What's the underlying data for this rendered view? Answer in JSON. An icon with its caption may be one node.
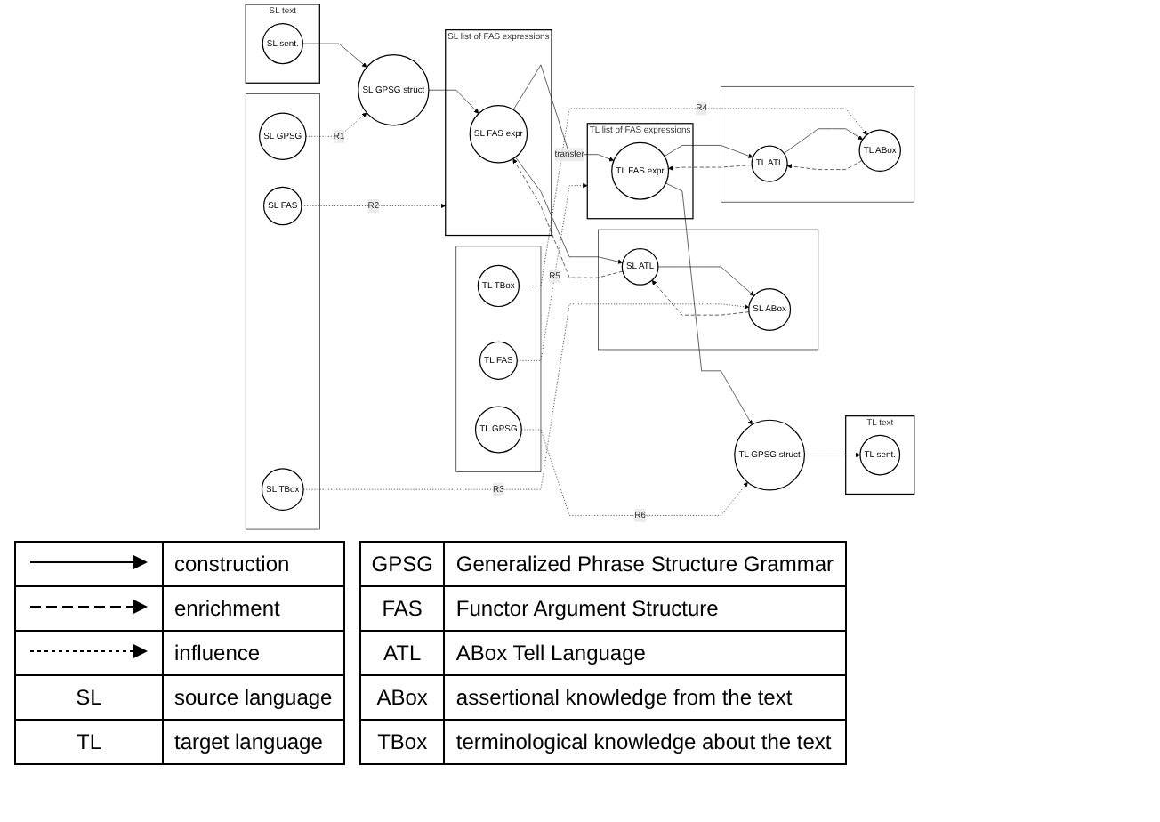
{
  "diagram": {
    "nodes": [
      {
        "text": [
          "SL text"
        ]
      },
      {
        "text": [
          "SL sent."
        ],
        "in": 0
      },
      {
        "text": [
          "TL text"
        ]
      },
      {
        "text": [
          "TL sent."
        ],
        "in": 2
      },
      {
        "text": [],
        "shape": "box"
      },
      {
        "text": [
          "SL GPSG"
        ],
        "in": 4
      },
      {
        "text": [
          "SL GPSG struct"
        ]
      },
      {
        "text": [
          "TL GPSG struct"
        ]
      },
      {
        "text": [],
        "shape": "box"
      },
      {
        "text": [
          "TL GPSG"
        ],
        "in": 8
      },
      {
        "text": [
          "SL list of FAS expressions"
        ]
      },
      {
        "text": [
          "SL FAS expr"
        ],
        "in": 10
      },
      {
        "text": [
          "TL list of FAS expressions"
        ]
      },
      {
        "text": [
          "TL FAS expr"
        ],
        "in": 12
      },
      {
        "text": [
          "SL FAS"
        ],
        "in": 4
      },
      {
        "text": [
          "TL FAS"
        ],
        "in": 8
      },
      {
        "text": [
          "SL TBox"
        ],
        "in": 4
      },
      {
        "text": [],
        "shape": "box"
      },
      {
        "text": [
          "SL ABox"
        ],
        "in": 17
      },
      {
        "text": [
          "SL ATL"
        ],
        "in": 17
      },
      {
        "text": [],
        "shape": "box"
      },
      {
        "text": [
          "TL ATL"
        ],
        "in": 20
      },
      {
        "text": [
          "TL ABox"
        ],
        "in": 20
      },
      {
        "text": [
          "TL TBox"
        ],
        "in": 8
      }
    ],
    "edges": [
      {
        "from": 1,
        "to": 6,
        "arrow": "to"
      },
      {
        "from": 5,
        "to": 6,
        "arrow": "to",
        "style": "dashed",
        "label": "R1"
      },
      {
        "from": 6,
        "to": 11,
        "arrow": "to"
      },
      {
        "from": 14,
        "to": 10,
        "arrow": "to",
        "style": "dashed",
        "label": "R2"
      },
      {
        "from": 11,
        "to": 13,
        "arrow": "to",
        "label": "transfer"
      },
      {
        "from": 11,
        "to": 19,
        "arrow": "to"
      },
      {
        "from": 19,
        "to": 11,
        "arrow": "to",
        "style": "dashed"
      },
      {
        "from": 19,
        "to": 18,
        "arrow": "to"
      },
      {
        "from": 18,
        "to": 19,
        "arrow": "to",
        "style": "dashed"
      },
      {
        "from": 16,
        "to": 18,
        "arrow": "to",
        "style": "dashed",
        "label": "R3"
      },
      {
        "from": 13,
        "to": 7,
        "arrow": "to"
      },
      {
        "from": 7,
        "to": 3,
        "arrow": "to"
      },
      {
        "from": 9,
        "to": 7,
        "arrow": "to",
        "style": "dashed",
        "label": "R6"
      },
      {
        "from": 15,
        "to": 12,
        "arrow": "to",
        "style": "dashed",
        "label": "R5"
      },
      {
        "from": 23,
        "to": 22,
        "arrow": "to",
        "style": "dashed",
        "label": "R4"
      },
      {
        "from": 13,
        "to": 21,
        "arrow": "to"
      },
      {
        "from": 21,
        "to": 13,
        "arrow": "to",
        "style": "dashed"
      },
      {
        "from": 21,
        "to": 22,
        "arrow": "to"
      },
      {
        "from": 22,
        "to": 21,
        "arrow": "to",
        "style": "dashed"
      }
    ],
    "labels": [
      "GPSG",
      "Generalized Phrase Structure Grammar",
      "FAS",
      "Functor Argument Structure",
      "ATL",
      "ABox Tell Language",
      "SL",
      "source language",
      "ABox",
      "assertional knowledge from the text",
      "TL",
      "target language",
      "TBox",
      "terminological knowledge about the text"
    ],
    "legend": [
      {
        "text": "construction"
      },
      {
        "text": "enrichment"
      },
      {
        "text": "influence"
      }
    ]
  }
}
